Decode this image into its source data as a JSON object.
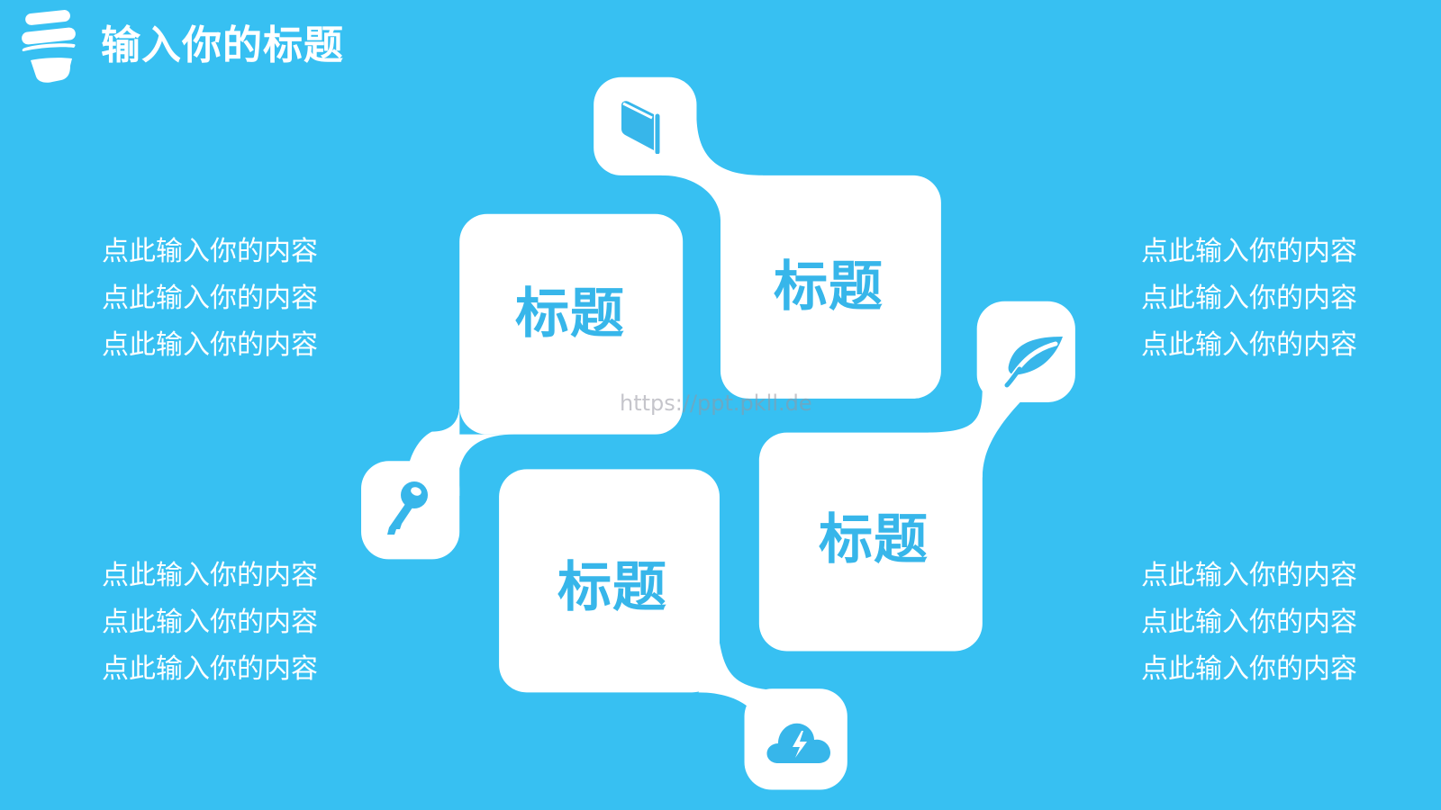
{
  "slide": {
    "background_color": "#37c0f2",
    "accent_color": "#37b6ea",
    "card_color": "#ffffff"
  },
  "header": {
    "logo_icon": "lightbulb-icon",
    "title": "输入你的标题"
  },
  "cards": [
    {
      "title": "标题",
      "icon": "key-icon"
    },
    {
      "title": "标题",
      "icon": "book-icon"
    },
    {
      "title": "标题",
      "icon": "cloud-lightning-icon"
    },
    {
      "title": "标题",
      "icon": "leaf-icon"
    }
  ],
  "text_blocks": {
    "top_left": [
      "点此输入你的内容",
      "点此输入你的内容",
      "点此输入你的内容"
    ],
    "bottom_left": [
      "点此输入你的内容",
      "点此输入你的内容",
      "点此输入你的内容"
    ],
    "top_right": [
      "点此输入你的内容",
      "点此输入你的内容",
      "点此输入你的内容"
    ],
    "bottom_right": [
      "点此输入你的内容",
      "点此输入你的内容",
      "点此输入你的内容"
    ]
  },
  "watermark": "https://ppt.pkll.de"
}
